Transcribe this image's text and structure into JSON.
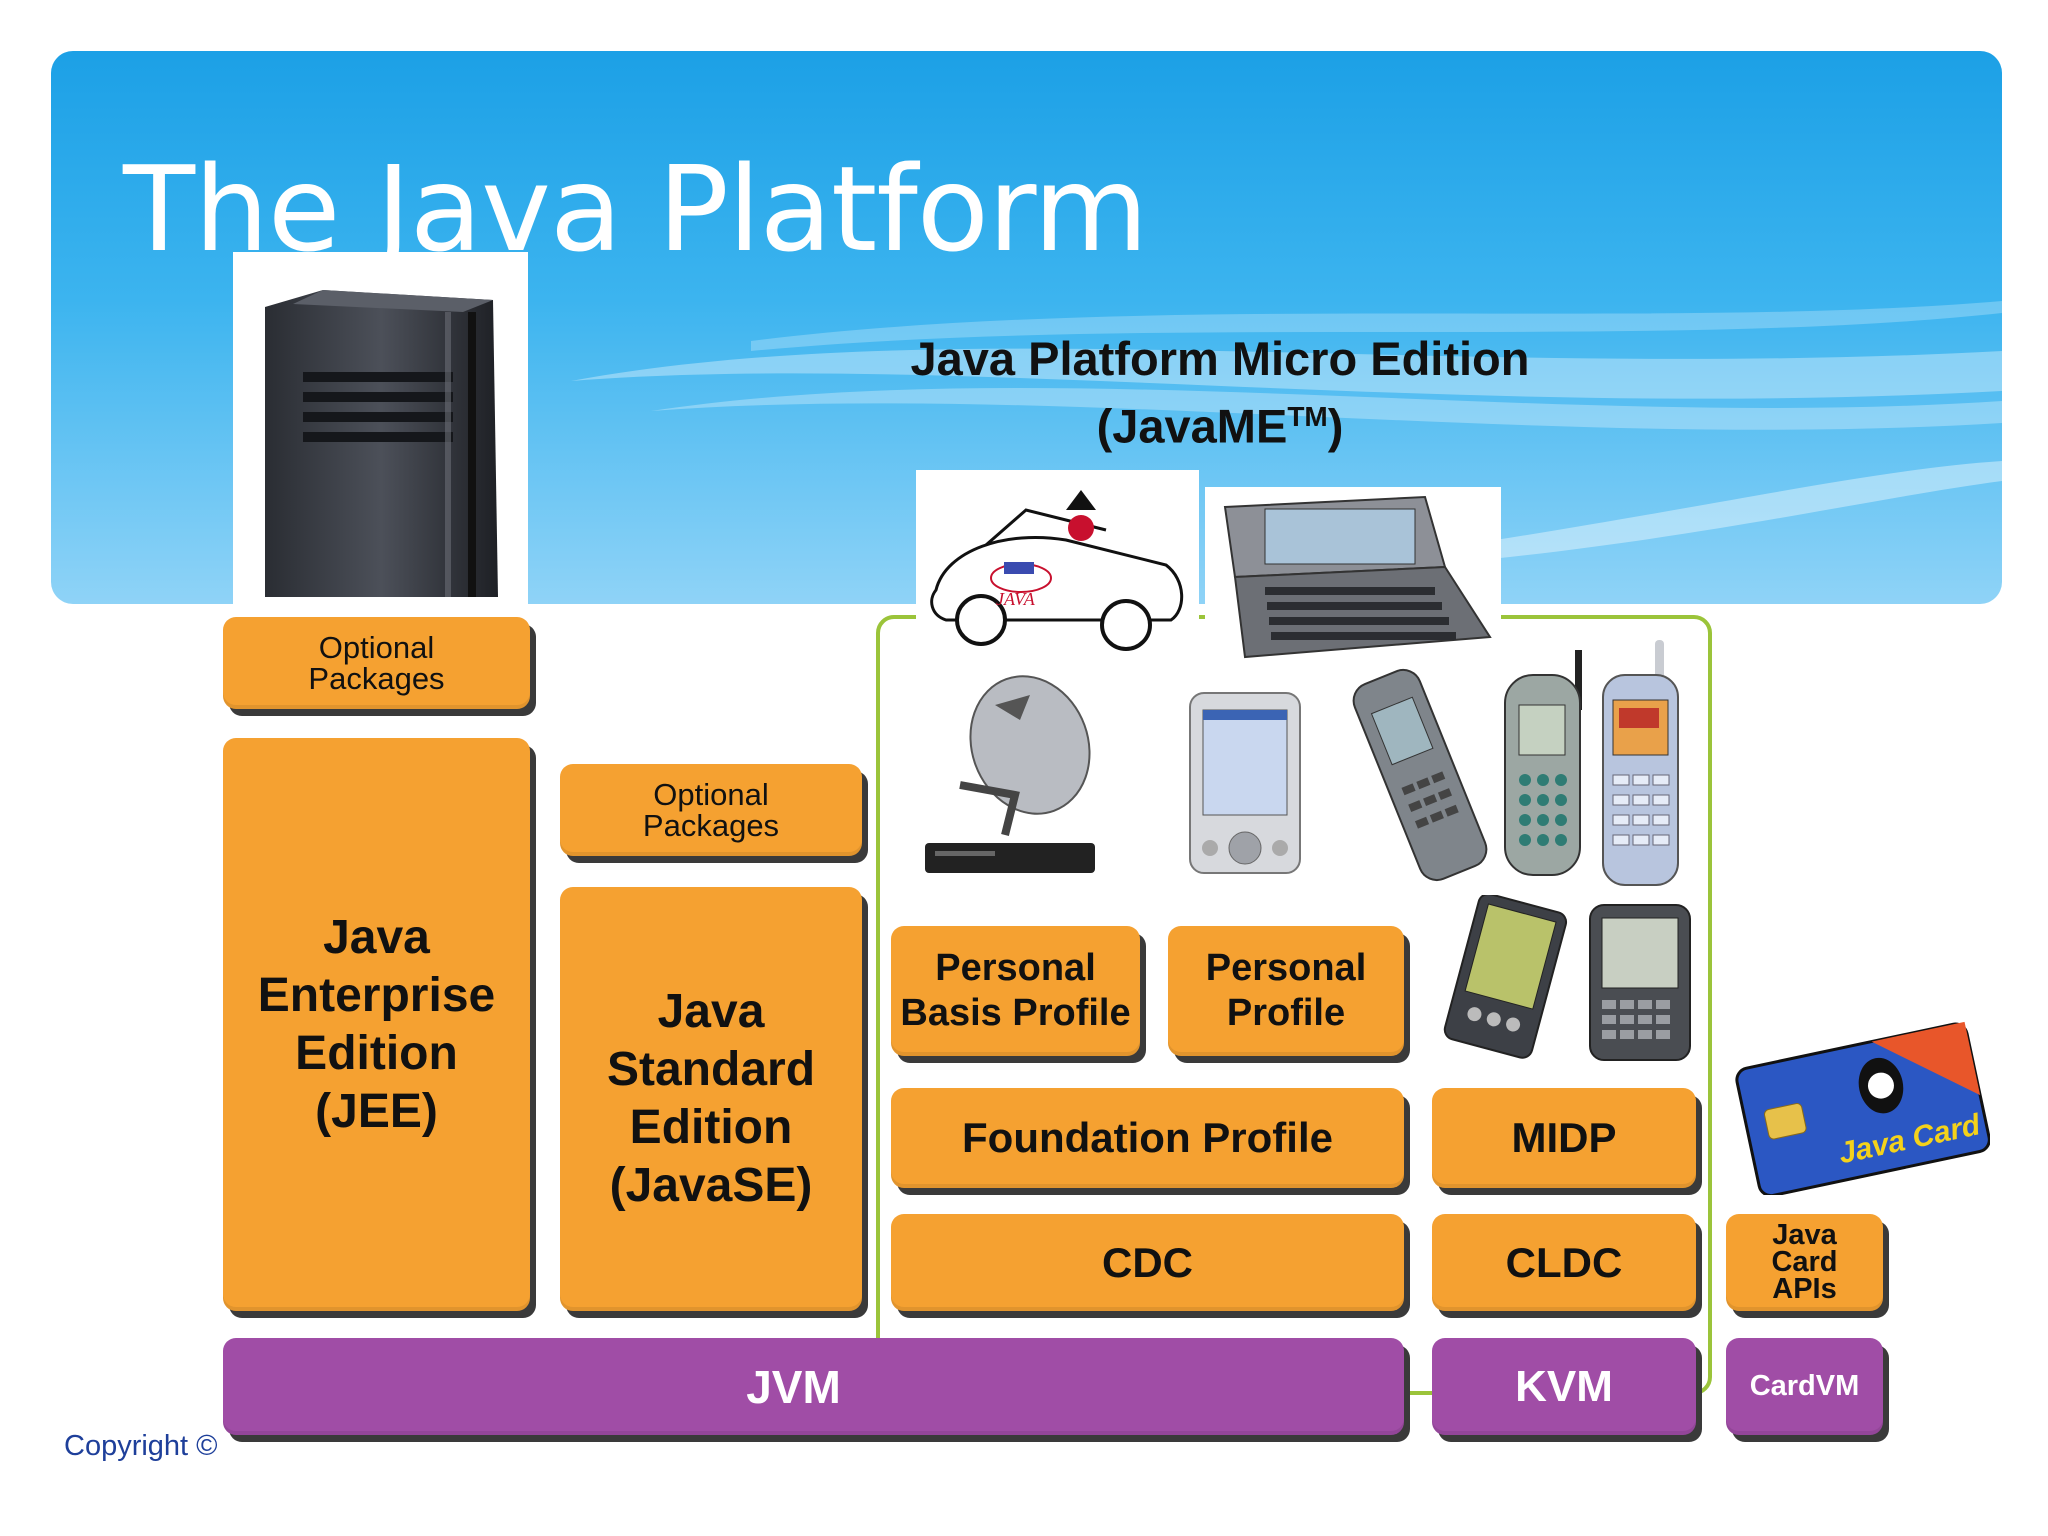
{
  "slide": {
    "title": "The Java Platform",
    "me_title_line1": "Java Platform Micro Edition",
    "me_title_line2_main": "(JavaME",
    "me_title_tm": "TM",
    "me_title_close": ")",
    "copyright": "Copyright ©"
  },
  "boxes": {
    "jee_optional": "Optional Packages",
    "jse_optional": "Optional Packages",
    "jee": [
      "Java",
      "Enterprise",
      "Edition",
      "(JEE)"
    ],
    "jse": [
      "Java",
      "Standard",
      "Edition",
      "(JavaSE)"
    ],
    "personal_basis": [
      "Personal",
      "Basis Profile"
    ],
    "personal": [
      "Personal",
      "Profile"
    ],
    "foundation": "Foundation Profile",
    "midp": "MIDP",
    "cdc": "CDC",
    "cldc": "CLDC",
    "javacard_apis": [
      "Java",
      "Card",
      "APIs"
    ],
    "jvm": "JVM",
    "kvm": "KVM",
    "cardvm": "CardVM"
  },
  "images": {
    "java_card_text": "Java Card",
    "car_text": "JAVA"
  },
  "colors": {
    "banner": "#1ca0e6",
    "box_orange": "#f5a131",
    "box_purple": "#a04da6",
    "frame_green": "#9bc43a",
    "copyright_blue": "#1e3f9a"
  }
}
